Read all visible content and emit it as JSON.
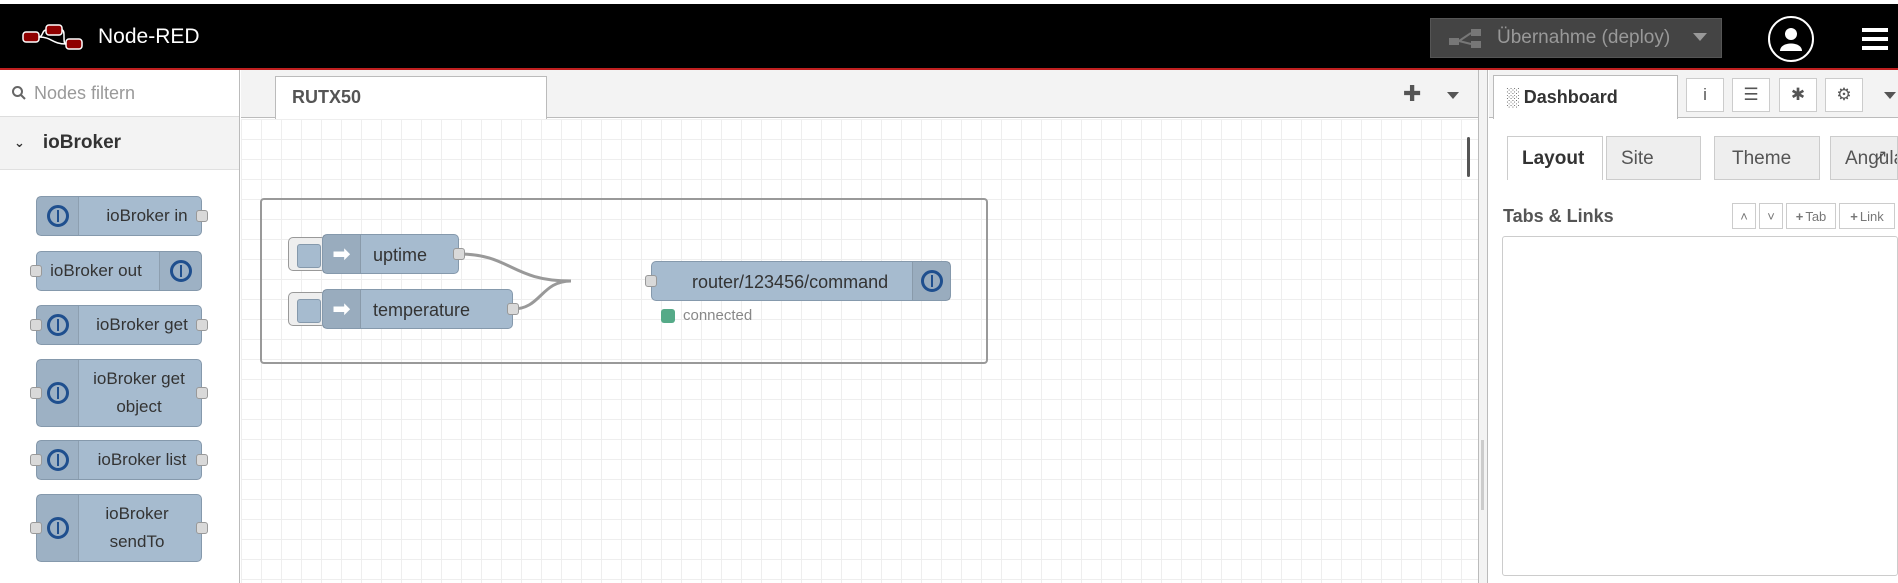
{
  "header": {
    "title": "Node-RED",
    "deploy_label": "Übernahme (deploy)"
  },
  "palette": {
    "search_placeholder": "Nodes filtern",
    "category": "ioBroker",
    "nodes": [
      {
        "label": "ioBroker in"
      },
      {
        "label": "ioBroker out"
      },
      {
        "label": "ioBroker get"
      },
      {
        "label": "ioBroker get object"
      },
      {
        "label": "ioBroker list"
      },
      {
        "label": "ioBroker sendTo"
      }
    ]
  },
  "workspace": {
    "tab": "RUTX50",
    "nodes": {
      "uptime": "uptime",
      "temperature": "temperature",
      "out": "router/123456/command"
    },
    "status": "connected"
  },
  "sidebar": {
    "tab": "Dashboard",
    "subtabs": [
      "Layout",
      "Site",
      "Theme",
      "Angular"
    ],
    "section_title": "Tabs & Links",
    "btn_tab": "Tab",
    "btn_link": "Link"
  }
}
